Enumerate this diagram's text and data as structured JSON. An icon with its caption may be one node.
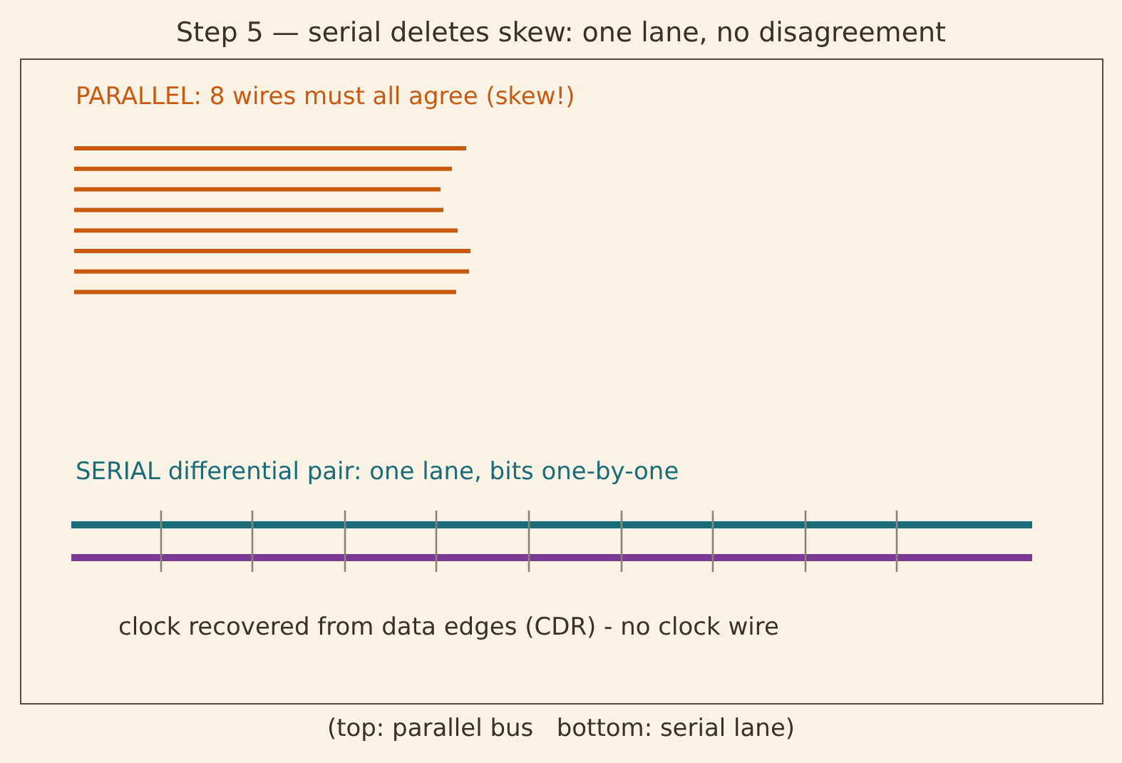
{
  "diagram": {
    "title": "Step 5 — serial deletes skew: one lane, no disagreement",
    "caption": "(top: parallel bus   bottom: serial lane)",
    "nodes": [
      {
        "text": [
          "PARALLEL: 8 wires must all agree (skew!)",
          "SERIAL differential pair: one lane, bits one-by-one",
          "clock recovered from data edges (CDR) - no clock wire"
        ]
      }
    ]
  }
}
